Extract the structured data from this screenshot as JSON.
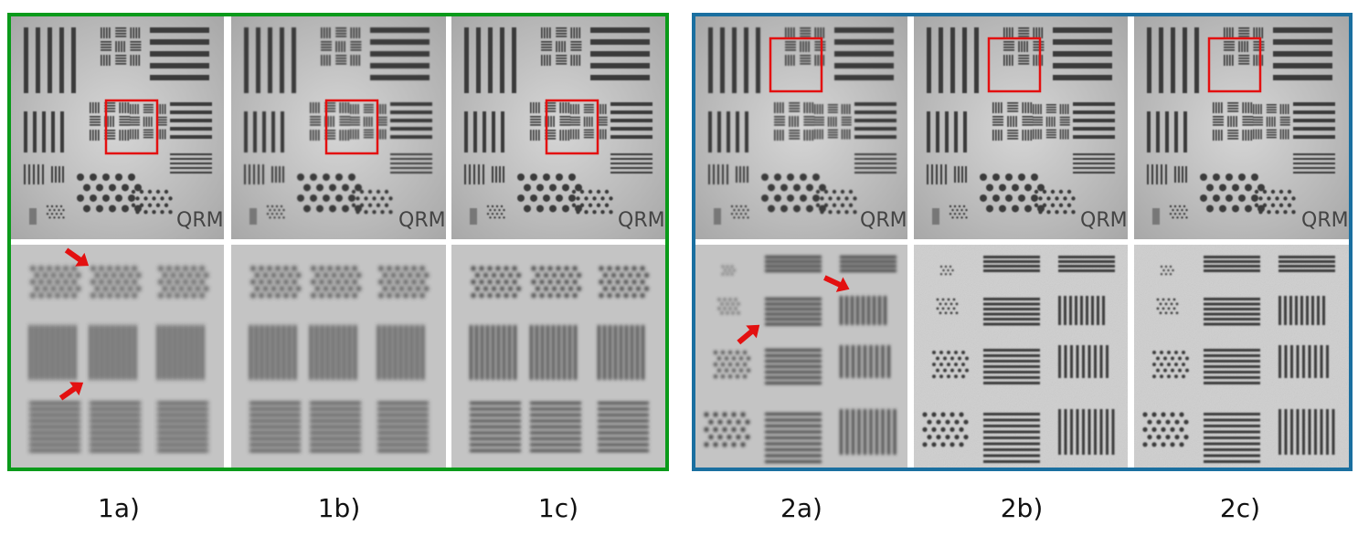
{
  "colors": {
    "group1_border": "#0a9a1a",
    "group2_border": "#1a6fa0",
    "highlight_box": "#e31010",
    "arrow": "#e31010",
    "panel_background": "#c9c9c9",
    "pattern_dark": "#3a3a3a"
  },
  "labels": {
    "g1a": "1a)",
    "g1b": "1b)",
    "g1c": "1c)",
    "g2a": "2a)",
    "g2b": "2b)",
    "g2c": "2c)"
  },
  "logo_text": "QRM",
  "panels": {
    "top_row": [
      {
        "id": "1a",
        "group": 1,
        "highlight_region": "middle",
        "blur": 0.6
      },
      {
        "id": "1b",
        "group": 1,
        "highlight_region": "middle",
        "blur": 0.8
      },
      {
        "id": "1c",
        "group": 1,
        "highlight_region": "middle",
        "blur": 0.6
      },
      {
        "id": "2a",
        "group": 2,
        "highlight_region": "top",
        "blur": 0.7
      },
      {
        "id": "2b",
        "group": 2,
        "highlight_region": "top",
        "blur": 0.5
      },
      {
        "id": "2c",
        "group": 2,
        "highlight_region": "top",
        "blur": 0.5
      }
    ],
    "bottom_row": [
      {
        "id": "1a",
        "group": 1,
        "arrows": 2,
        "blur": 2.4
      },
      {
        "id": "1b",
        "group": 1,
        "arrows": 0,
        "blur": 2.2
      },
      {
        "id": "1c",
        "group": 1,
        "arrows": 0,
        "blur": 1.8
      },
      {
        "id": "2a",
        "group": 2,
        "arrows": 2,
        "blur": 1.6
      },
      {
        "id": "2b",
        "group": 2,
        "arrows": 0,
        "blur": 0.9,
        "noise": true
      },
      {
        "id": "2c",
        "group": 2,
        "arrows": 0,
        "blur": 0.8,
        "noise": true
      }
    ]
  }
}
